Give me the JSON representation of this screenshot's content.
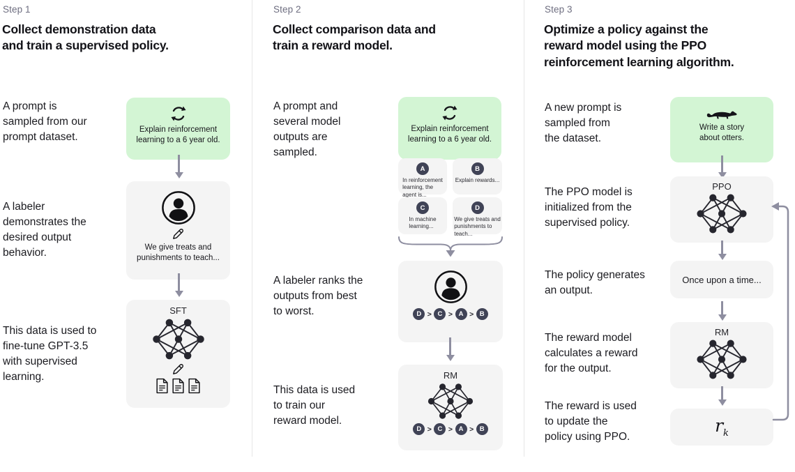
{
  "colors": {
    "prompt_box_bg": "#d3f5d4",
    "step_box_bg": "#f4f4f4",
    "arrow": "#8e8ea0",
    "rank_badge_bg": "#404356",
    "divider": "#e6e6e6"
  },
  "step1": {
    "eyebrow": "Step 1",
    "title": "Collect demonstration data\nand train a supervised policy.",
    "captions": {
      "prompt_sample": "A prompt is\nsampled from our\nprompt dataset.",
      "labeler_demo": "A labeler\ndemonstrates the\ndesired output\nbehavior.",
      "finetune": "This data is used to\nfine-tune GPT-3.5\nwith supervised\nlearning."
    },
    "prompt_text": "Explain reinforcement\nlearning to a 6 year old.",
    "demo_text": "We give treats and\npunishments to teach...",
    "model_label": "SFT"
  },
  "step2": {
    "eyebrow": "Step 2",
    "title": "Collect comparison data and\ntrain a reward model.",
    "captions": {
      "sampled": "A prompt and\nseveral model\noutputs are\nsampled.",
      "ranks": "A labeler ranks the\noutputs from best\nto worst.",
      "train_rm": "This data is used\nto train our\nreward model."
    },
    "prompt_text": "Explain reinforcement\nlearning to a 6 year old.",
    "outputs": [
      {
        "label": "A",
        "text": "In reinforcement\nlearning, the\nagent is..."
      },
      {
        "label": "B",
        "text": "Explain rewards..."
      },
      {
        "label": "C",
        "text": "In machine\nlearning..."
      },
      {
        "label": "D",
        "text": "We give treats and\npunishments to\nteach..."
      }
    ],
    "ranking": [
      "D",
      "C",
      "A",
      "B"
    ],
    "ranking_separator": ">",
    "model_label": "RM"
  },
  "step3": {
    "eyebrow": "Step 3",
    "title": "Optimize a policy against the\nreward model using the PPO\nreinforcement learning algorithm.",
    "captions": {
      "new_prompt": "A new prompt is\nsampled from\nthe dataset.",
      "init": "The PPO model is\ninitialized from the\nsupervised policy.",
      "generates": "The policy generates\nan output.",
      "reward_calc": "The reward model\ncalculates a reward\nfor the output.",
      "update": "The reward is used\nto update the\npolicy using PPO."
    },
    "prompt_text": "Write a story\nabout otters.",
    "policy_label": "PPO",
    "output_text": "Once upon a time...",
    "rm_label": "RM",
    "reward_main": "r",
    "reward_sub": "k"
  },
  "icons": {
    "cycle": "sampling-cycle-arrows",
    "person": "labeler-person",
    "pencil": "edit-pencil",
    "documents": "document-pages",
    "network": "neural-network",
    "otter": "otter-silhouette",
    "arrow": "flow-arrow-down",
    "brace": "merge-brace",
    "loop": "feedback-loop-arrow"
  }
}
